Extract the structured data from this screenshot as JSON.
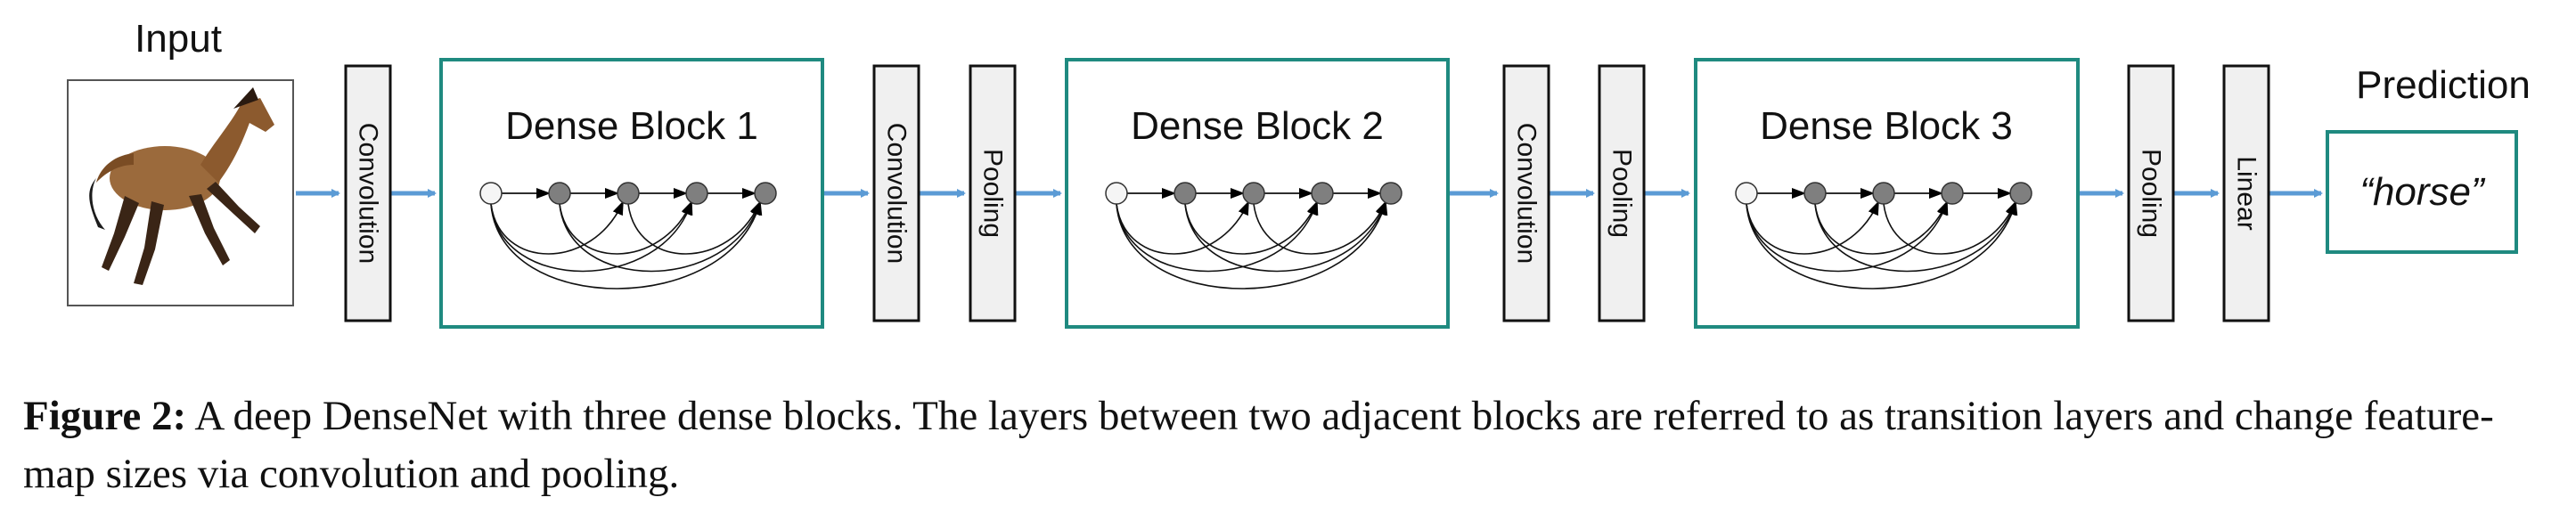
{
  "diagram": {
    "input_label": "Input",
    "input_image": "horse-photo",
    "prediction_label": "Prediction",
    "prediction_value": "“horse”",
    "layers": [
      {
        "kind": "layer",
        "text": "Convolution"
      },
      {
        "kind": "block",
        "text": "Dense Block 1"
      },
      {
        "kind": "layer",
        "text": "Convolution"
      },
      {
        "kind": "layer",
        "text": "Pooling"
      },
      {
        "kind": "block",
        "text": "Dense Block 2"
      },
      {
        "kind": "layer",
        "text": "Convolution"
      },
      {
        "kind": "layer",
        "text": "Pooling"
      },
      {
        "kind": "block",
        "text": "Dense Block 3"
      },
      {
        "kind": "layer",
        "text": "Pooling"
      },
      {
        "kind": "layer",
        "text": "Linear"
      }
    ],
    "colors": {
      "block_border": "#1f8a80",
      "arrow": "#5b9bd5",
      "layer_fill": "#f0f0f0",
      "node_fill": "#7f7f7f",
      "input_node_fill": "#f5f5f5"
    }
  },
  "caption": {
    "label": "Figure 2:",
    "text": "A deep DenseNet with three dense blocks. The layers between two adjacent blocks are referred to as transition layers and change feature-map sizes via convolution and pooling."
  }
}
